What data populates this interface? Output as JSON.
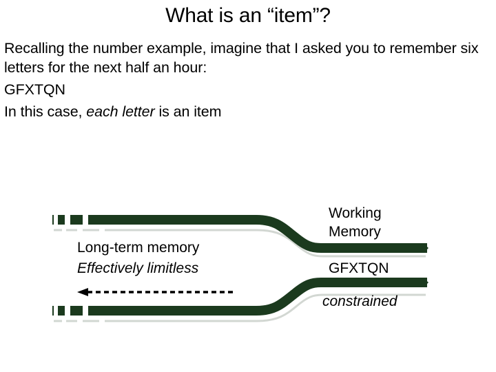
{
  "slide": {
    "title": "What is an “item”?",
    "body": {
      "paragraph": "Recalling the number example, imagine that I asked you to remember six letters for the next half an hour:",
      "letters": "GFXTQN",
      "conclusion_before": "In this case, ",
      "conclusion_emphasis": "each letter",
      "conclusion_after": " is an item"
    },
    "diagram": {
      "name": "memory-funnel-diagram",
      "pipe_color": "#1B3A1E",
      "pipe_shadow_color": "#9BA79C",
      "arrow_color": "#000000",
      "left_side": {
        "title": "Long-term memory",
        "subtitle": "Effectively limitless",
        "arrow_direction": "left",
        "arrow_style": "dashed"
      },
      "right_side": {
        "title_line1": "Working",
        "title_line2": "Memory",
        "contents": "GFXTQN",
        "subtitle": "constrained"
      }
    }
  }
}
